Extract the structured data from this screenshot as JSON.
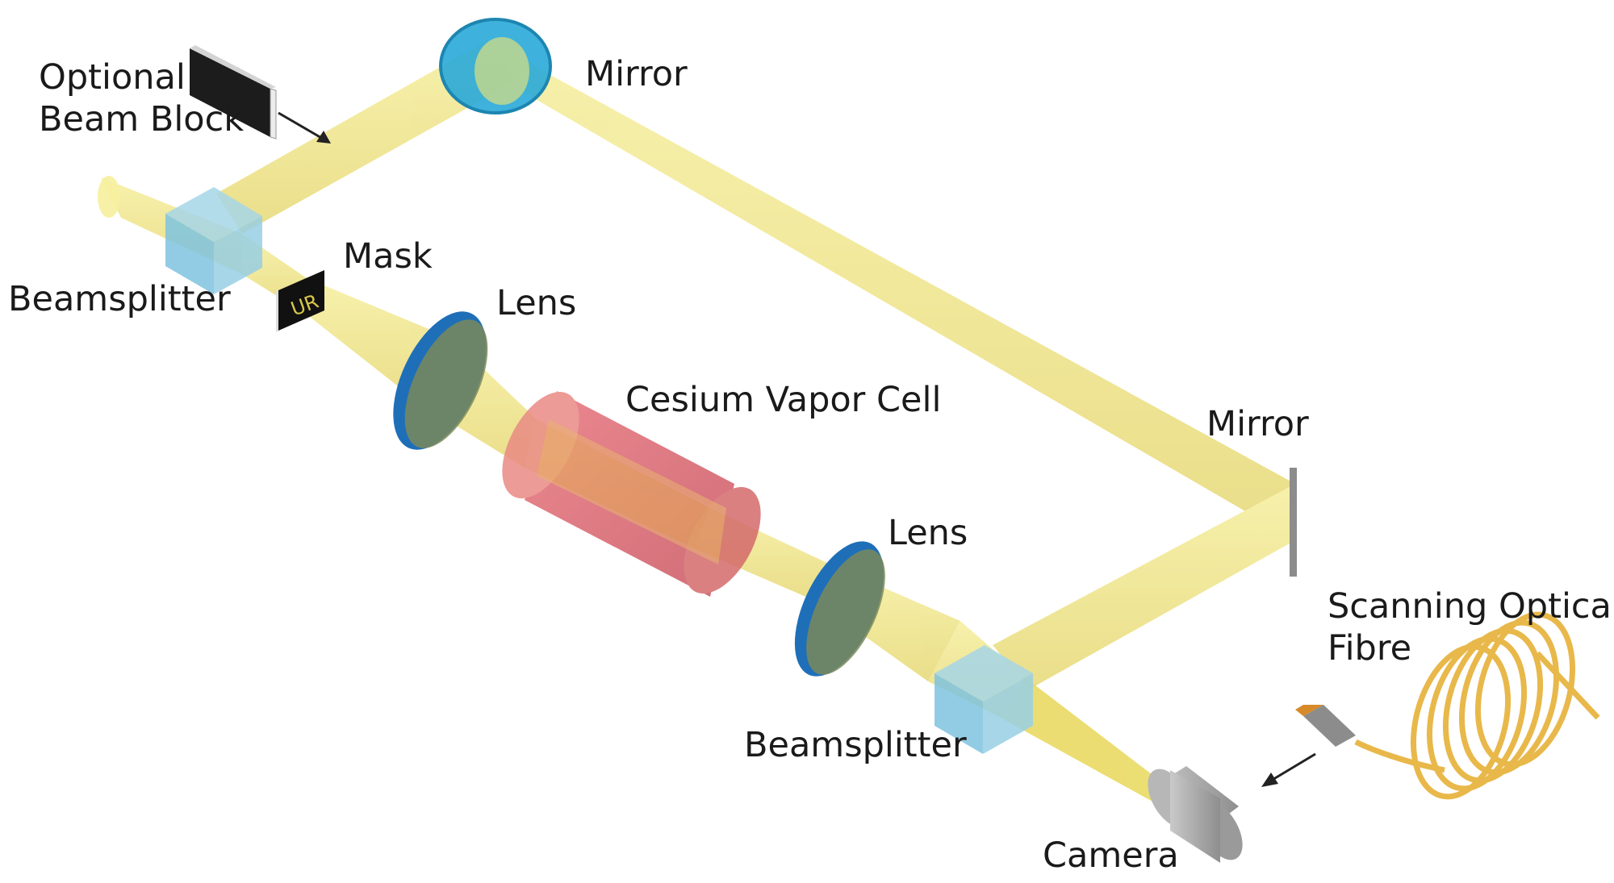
{
  "labels": {
    "optional_beam_block_line1": "Optional",
    "optional_beam_block_line2": "Beam Block",
    "mirror_top": "Mirror",
    "mask": "Mask",
    "beamsplitter_left": "Beamsplitter",
    "lens_left": "Lens",
    "cesium_vapor_cell": "Cesium Vapor Cell",
    "mirror_right": "Mirror",
    "lens_right": "Lens",
    "scanning_fibre_line1": "Scanning Optical",
    "scanning_fibre_line2": "Fibre",
    "beamsplitter_right": "Beamsplitter",
    "camera": "Camera",
    "mask_pattern": "UR"
  },
  "colors": {
    "beam": "#f0e68c",
    "beam_edge": "#d9cc6a",
    "lens": "#1e6fb8",
    "mirror_top": "#29a9d8",
    "cell": "#d9636e",
    "beamsplitter": "#7fc4e0",
    "camera": "#a9a9a9",
    "fibre_coil": "#e8b84a"
  }
}
